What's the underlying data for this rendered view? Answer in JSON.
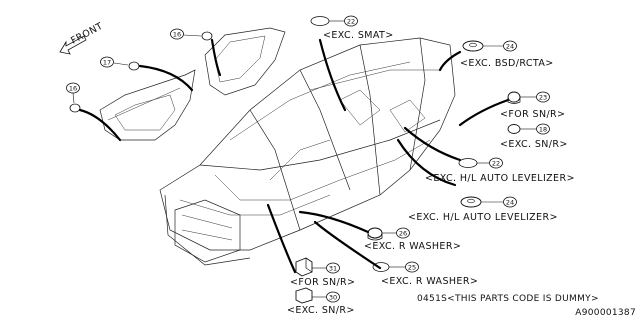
{
  "diagram": {
    "front_label": "FRONT",
    "callouts": [
      {
        "id": "c1",
        "text": "<EXC. SMAT>",
        "part": "22"
      },
      {
        "id": "c2",
        "text": "<EXC. BSD/RCTA>",
        "part": "24"
      },
      {
        "id": "c3a",
        "text": "<FOR SN/R>",
        "part": "23"
      },
      {
        "id": "c3b",
        "text": "<EXC. SN/R>",
        "part": "18"
      },
      {
        "id": "c4",
        "text": "<EXC. H/L AUTO LEVELIZER>",
        "part": "22"
      },
      {
        "id": "c5",
        "text": "<EXC. H/L AUTO LEVELIZER>",
        "part": "24"
      },
      {
        "id": "c6",
        "text": "<EXC. R WASHER>",
        "part": "26"
      },
      {
        "id": "c7",
        "text": "<EXC. R WASHER>",
        "part": "25"
      },
      {
        "id": "c8a",
        "text": "<FOR SN/R>",
        "part": "31"
      },
      {
        "id": "c8b",
        "text": "<EXC. SN/R>",
        "part": "30"
      }
    ],
    "left_parts": [
      "16",
      "17",
      "16"
    ],
    "footnote": "0451S<THIS PARTS CODE IS DUMMY>",
    "diagram_code": "A900001387"
  }
}
